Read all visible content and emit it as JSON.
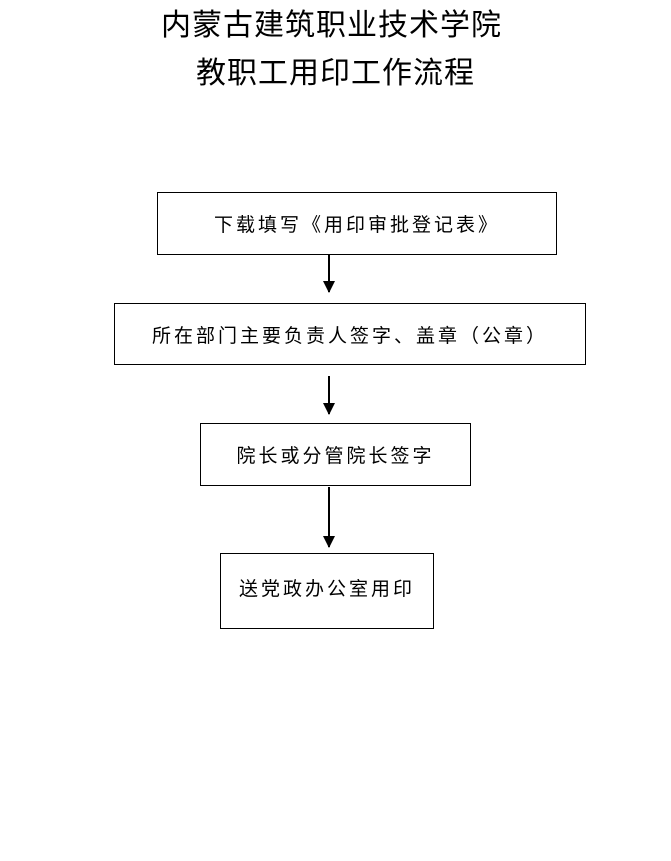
{
  "header": {
    "title_line_1": "内蒙古建筑职业技术学院",
    "title_line_2": "教职工用印工作流程"
  },
  "flow": {
    "steps": [
      {
        "label": "下载填写《用印审批登记表》"
      },
      {
        "label": "所在部门主要负责人签字、盖章（公章）"
      },
      {
        "label": "院长或分管院长签字"
      },
      {
        "label": "送党政办公室用印"
      }
    ]
  },
  "style": {
    "line_color": "#000000",
    "background": "#ffffff"
  }
}
